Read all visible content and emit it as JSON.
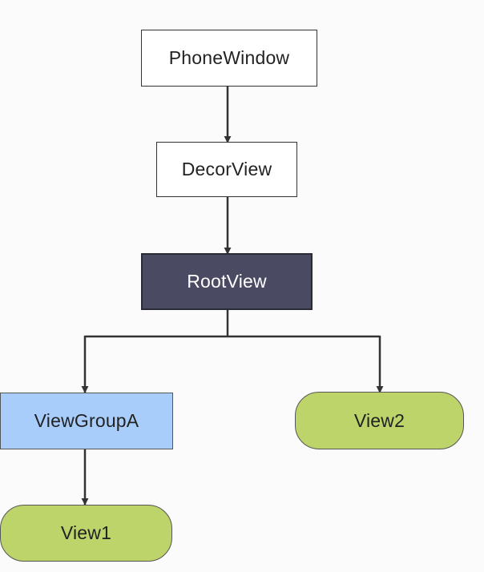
{
  "diagram": {
    "nodes": {
      "phone_window": "PhoneWindow",
      "decor_view": "DecorView",
      "root_view": "RootView",
      "view_group_a": "ViewGroupA",
      "view2": "View2",
      "view1": "View1"
    },
    "colors": {
      "plain_node": "#ffffff",
      "root_node": "#4a4a63",
      "group_node": "#a9cdfb",
      "leaf_node": "#bcd46a",
      "connector": "#333333"
    }
  }
}
